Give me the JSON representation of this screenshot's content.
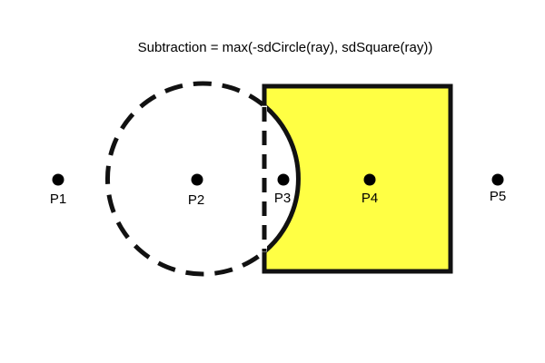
{
  "title": "Subtraction = max(-sdCircle(ray), sdSquare(ray))",
  "colors": {
    "square_fill": "#ffff44",
    "stroke": "#111111",
    "point": "#000000",
    "background": "#ffffff"
  },
  "points": [
    {
      "label": "P1"
    },
    {
      "label": "P2"
    },
    {
      "label": "P3"
    },
    {
      "label": "P4"
    },
    {
      "label": "P5"
    }
  ]
}
